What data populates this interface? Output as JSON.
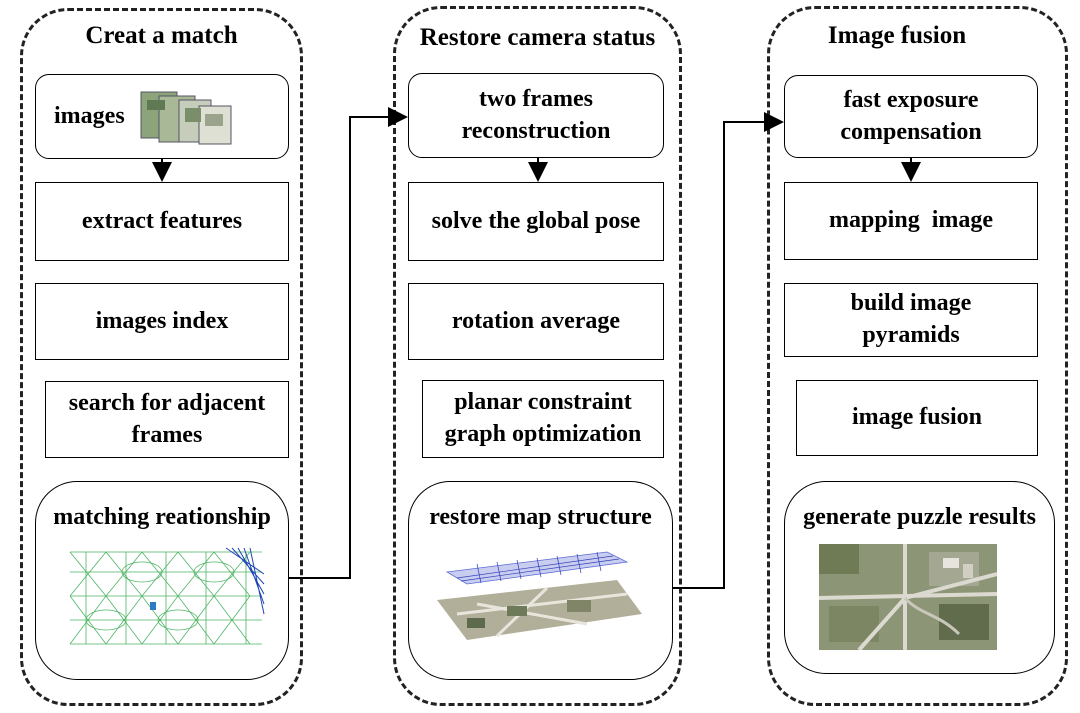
{
  "panels": [
    {
      "title": "Creat a match",
      "steps": [
        "images",
        "extract features",
        "images index",
        "search for adjacent frames"
      ],
      "result": "matching reationship"
    },
    {
      "title": "Restore camera status",
      "steps": [
        "two frames reconstruction",
        "solve the global pose",
        "rotation average",
        "planar constraint graph optimization"
      ],
      "result": "restore map structure"
    },
    {
      "title": "Image fusion",
      "steps": [
        "fast exposure compensation",
        "mapping  image",
        "build image pyramids",
        "image fusion"
      ],
      "result": "generate puzzle results"
    }
  ]
}
